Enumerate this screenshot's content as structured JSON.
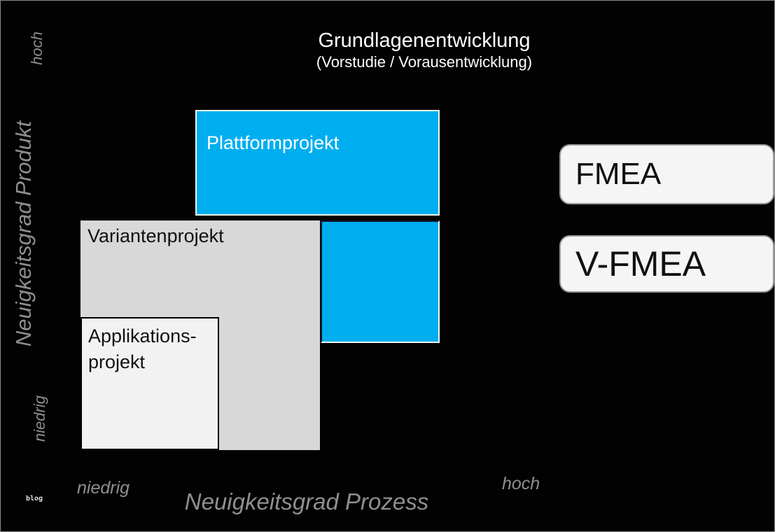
{
  "colors": {
    "background": "#020202",
    "frame_border": "#8a8a8a",
    "accent_blue": "#00AEEF",
    "box_gray": "#D8D8D8",
    "box_white": "#F2F2F2",
    "panel_fill": "#F5F5F5",
    "panel_border": "#9B9B9B",
    "axis_text": "#8F8F8F",
    "title_text": "#FFFFFF",
    "dark_text": "#111111"
  },
  "header": {
    "title": "Grundlagenentwicklung",
    "subtitle": "(Vorstudie / Vorausentwicklung)"
  },
  "y_axis": {
    "label": "Neuigkeitsgrad Produkt",
    "tick_high": "hoch",
    "tick_low": "niedrig"
  },
  "x_axis": {
    "label": "Neuigkeitsgrad Prozess",
    "tick_low": "niedrig",
    "tick_high": "hoch"
  },
  "matrix": {
    "platform_box": {
      "label": "Plattformprojekt"
    },
    "variant_box": {
      "label": "Variantenprojekt"
    },
    "application_box": {
      "label_line1": "Applikations-",
      "label_line2": "projekt"
    }
  },
  "side_panels": {
    "fmea": "FMEA",
    "v_fmea": "V-FMEA"
  },
  "watermark": "blog"
}
